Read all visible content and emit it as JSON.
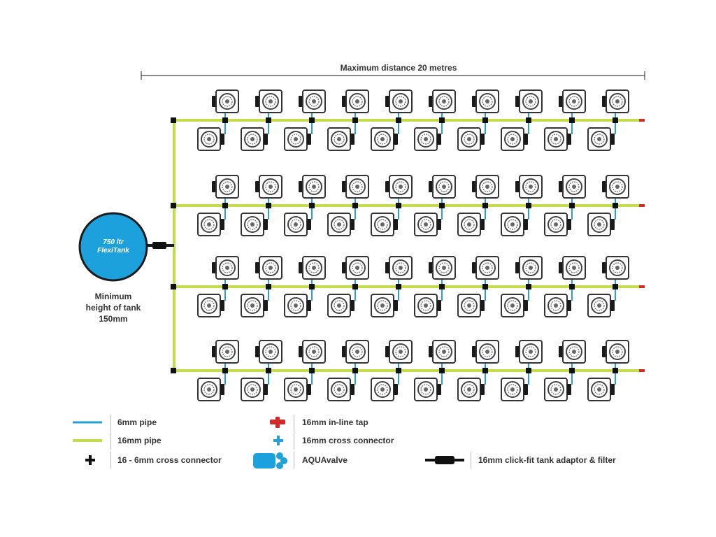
{
  "header": {
    "distance_label": "Maximum distance 20 metres"
  },
  "tank": {
    "line1": "750 ltr",
    "line2": "FlexiTank",
    "note_line1": "Minimum",
    "note_line2": "height of tank",
    "note_line3": "150mm"
  },
  "layout_counts": {
    "rows": 4,
    "top_pots_per_row": 10,
    "bottom_pots_per_row": 10
  },
  "colors": {
    "pipe_16mm": "#c5dc4a",
    "pipe_6mm": "#2a9fd6",
    "tank_fill": "#1da1dc",
    "pot_border": "#333333",
    "inline_tap": "#d12a2a",
    "cross_16mm": "#2a9fd6",
    "cross_16_6mm": "#111111"
  },
  "legend": {
    "pipe_6mm": "6mm pipe",
    "pipe_16mm": "16mm pipe",
    "cross_16_6mm": "16 - 6mm cross connector",
    "inline_tap": "16mm in-line tap",
    "cross_16mm": "16mm cross connector",
    "aquavalve": "AQUAvalve",
    "tank_adaptor": "16mm click-fit tank adaptor & filter"
  },
  "icons": {
    "pot": "pot-icon",
    "aquavalve": "aquavalve-icon",
    "tank": "tank-icon"
  }
}
